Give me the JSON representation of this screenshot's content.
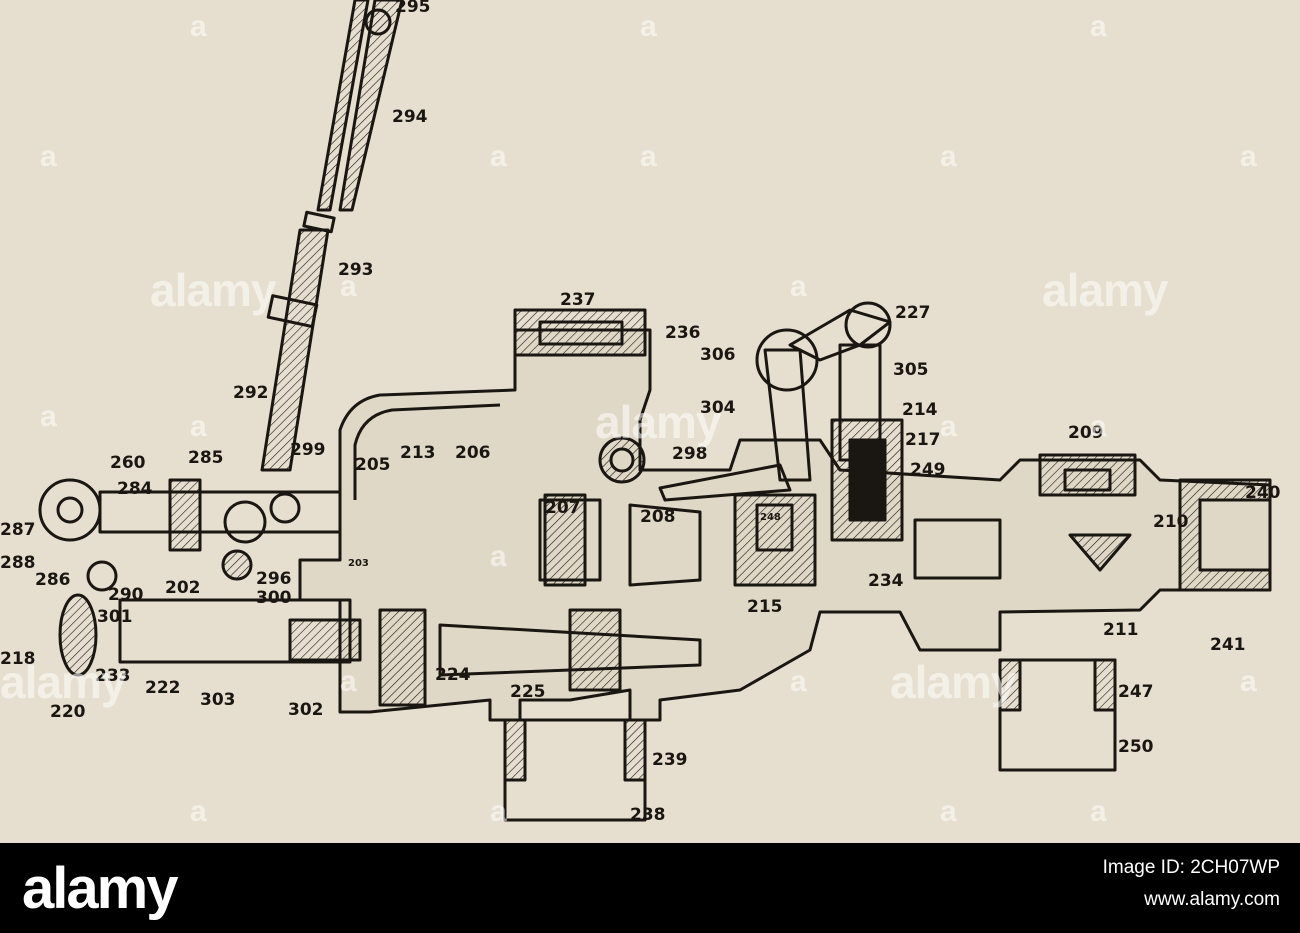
{
  "labels": {
    "l295": "295",
    "l294": "294",
    "l293": "293",
    "l292": "292",
    "l260": "260",
    "l285": "285",
    "l284": "284",
    "l287": "287",
    "l288": "288",
    "l286": "286",
    "l290": "290",
    "l202": "202",
    "l296": "296",
    "l300": "300",
    "l299": "299",
    "l205": "205",
    "l213": "213",
    "l206": "206",
    "l203": "203",
    "l207": "207",
    "l208": "208",
    "l237": "237",
    "l236": "236",
    "l227": "227",
    "l306": "306",
    "l305": "305",
    "l304": "304",
    "l214": "214",
    "l217": "217",
    "l298": "298",
    "l209": "209",
    "l249": "249",
    "l248": "248",
    "l240": "240",
    "l210": "210",
    "l234": "234",
    "l215": "215",
    "l211": "211",
    "l241": "241",
    "l301": "301",
    "l218": "218",
    "l233": "233",
    "l222": "222",
    "l220": "220",
    "l303": "303",
    "l302": "302",
    "l224": "224",
    "l225": "225",
    "l239": "239",
    "l238": "238",
    "l247": "247",
    "l250": "250"
  },
  "watermark": {
    "brand": "alamy",
    "letter": "a"
  },
  "footer": {
    "logo": "alamy",
    "image_id": "Image ID: 2CH07WP",
    "url": "www.alamy.com"
  },
  "colors": {
    "paper": "#e6dece",
    "ink": "#1a1713",
    "footer_bg": "#000000",
    "footer_text": "#ffffff"
  }
}
